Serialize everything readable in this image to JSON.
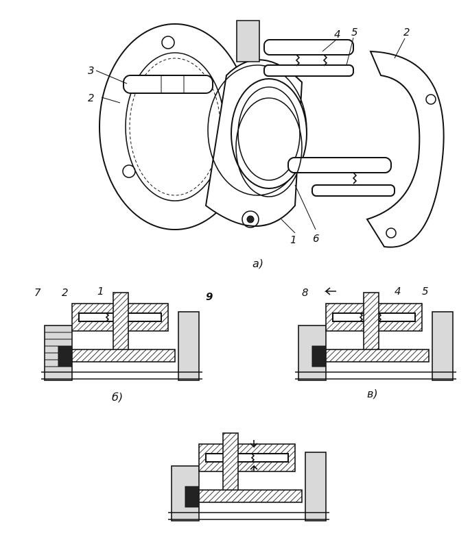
{
  "labels": {
    "a_1": "1",
    "a_2_left": "2",
    "a_2_right": "2",
    "a_3": "3",
    "a_4": "4",
    "a_5": "5",
    "a_6": "6",
    "b_7": "7",
    "b_2": "2",
    "b_1": "1",
    "b_9": "9",
    "v_8": "8",
    "v_4": "4",
    "v_5": "5"
  },
  "captions": {
    "a": "а)",
    "b": "б)",
    "v": "в)"
  }
}
